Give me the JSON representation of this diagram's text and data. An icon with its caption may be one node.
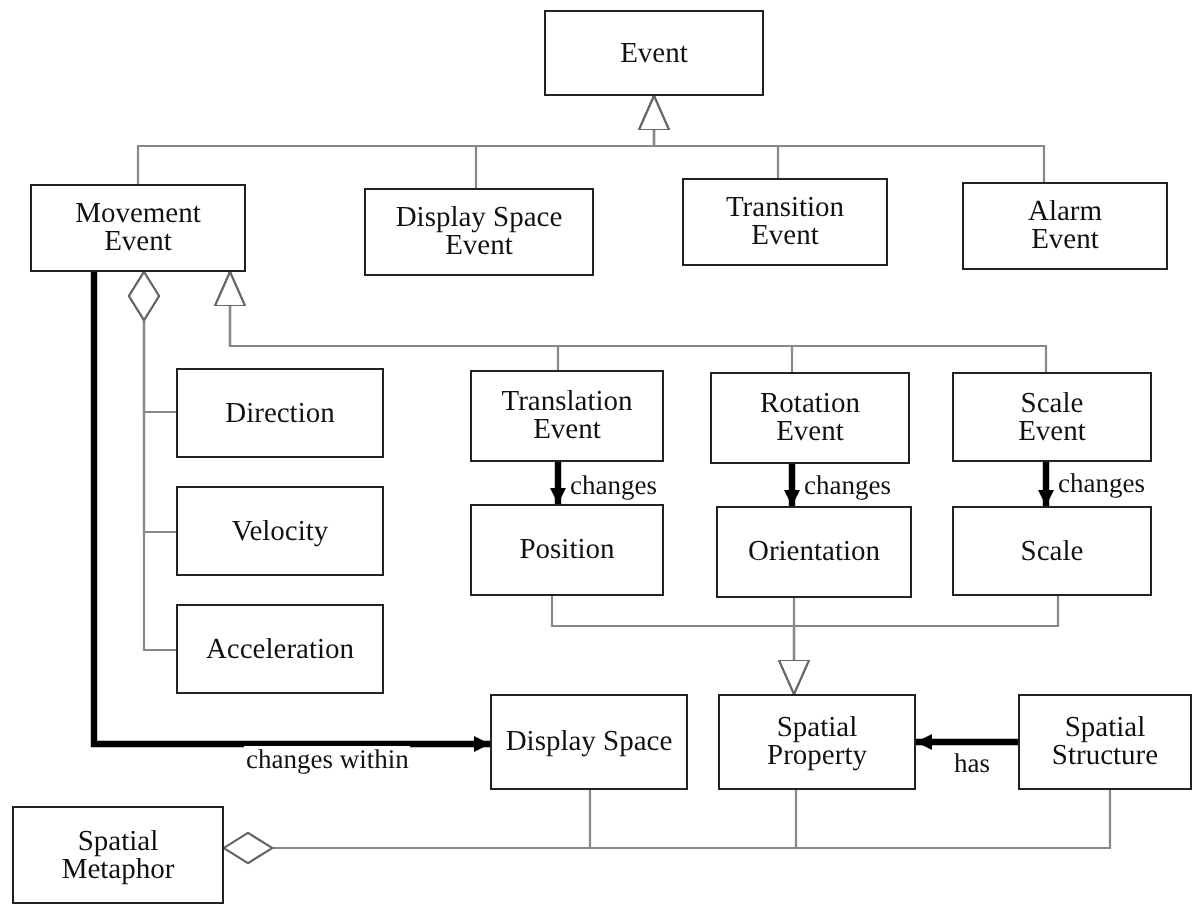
{
  "diagram": {
    "nodes": [
      {
        "text": [
          "Event"
        ]
      },
      {
        "text": [
          "Movement Event"
        ]
      },
      {
        "text": [
          "Display Space Event"
        ]
      },
      {
        "text": [
          "Transition Event"
        ]
      },
      {
        "text": [
          "Alarm Event"
        ]
      },
      {
        "text": [
          "Direction"
        ]
      },
      {
        "text": [
          "Velocity"
        ]
      },
      {
        "text": [
          "Acceleration"
        ]
      },
      {
        "text": [
          "Translation Event"
        ]
      },
      {
        "text": [
          "Rotation Event"
        ]
      },
      {
        "text": [
          "Scale Event"
        ]
      },
      {
        "text": [
          "Position"
        ]
      },
      {
        "text": [
          "Orientation"
        ]
      },
      {
        "text": [
          "Scale"
        ]
      },
      {
        "text": [
          "Display Space"
        ]
      },
      {
        "text": [
          "Spatial Property"
        ]
      },
      {
        "text": [
          "Spatial Structure"
        ]
      },
      {
        "text": [
          "Spatial Metaphor"
        ]
      }
    ],
    "edges": [
      {
        "from": 1,
        "to": 0,
        "arrow": "to"
      },
      {
        "from": 2,
        "to": 0,
        "arrow": "to"
      },
      {
        "from": 3,
        "to": 0,
        "arrow": "to"
      },
      {
        "from": 4,
        "to": 0,
        "arrow": "to"
      },
      {
        "from": 8,
        "to": 1,
        "arrow": "to"
      },
      {
        "from": 9,
        "to": 1,
        "arrow": "to"
      },
      {
        "from": 10,
        "to": 1,
        "arrow": "to"
      },
      {
        "from": 1,
        "to": 5,
        "arrow": "other"
      },
      {
        "from": 1,
        "to": 6,
        "arrow": "other"
      },
      {
        "from": 1,
        "to": 7,
        "arrow": "other"
      },
      {
        "from": 8,
        "to": 11,
        "arrow": "to",
        "label": "changes",
        "style": "thick",
        "color": "#000000"
      },
      {
        "from": 9,
        "to": 12,
        "arrow": "to",
        "label": "changes",
        "style": "thick",
        "color": "#000000"
      },
      {
        "from": 10,
        "to": 13,
        "arrow": "to",
        "label": "changes",
        "style": "thick",
        "color": "#000000"
      },
      {
        "from": 11,
        "to": 15,
        "arrow": "to"
      },
      {
        "from": 12,
        "to": 15,
        "arrow": "to"
      },
      {
        "from": 13,
        "to": 15,
        "arrow": "to"
      },
      {
        "from": 1,
        "to": 14,
        "arrow": "to",
        "label": "changes within",
        "style": "thick",
        "color": "#000000"
      },
      {
        "from": 16,
        "to": 15,
        "arrow": "to",
        "label": "has",
        "style": "thick",
        "color": "#000000"
      },
      {
        "from": 17,
        "to": 14,
        "arrow": "other"
      },
      {
        "from": 17,
        "to": 15,
        "arrow": "other"
      },
      {
        "from": 17,
        "to": 16,
        "arrow": "other"
      }
    ]
  }
}
